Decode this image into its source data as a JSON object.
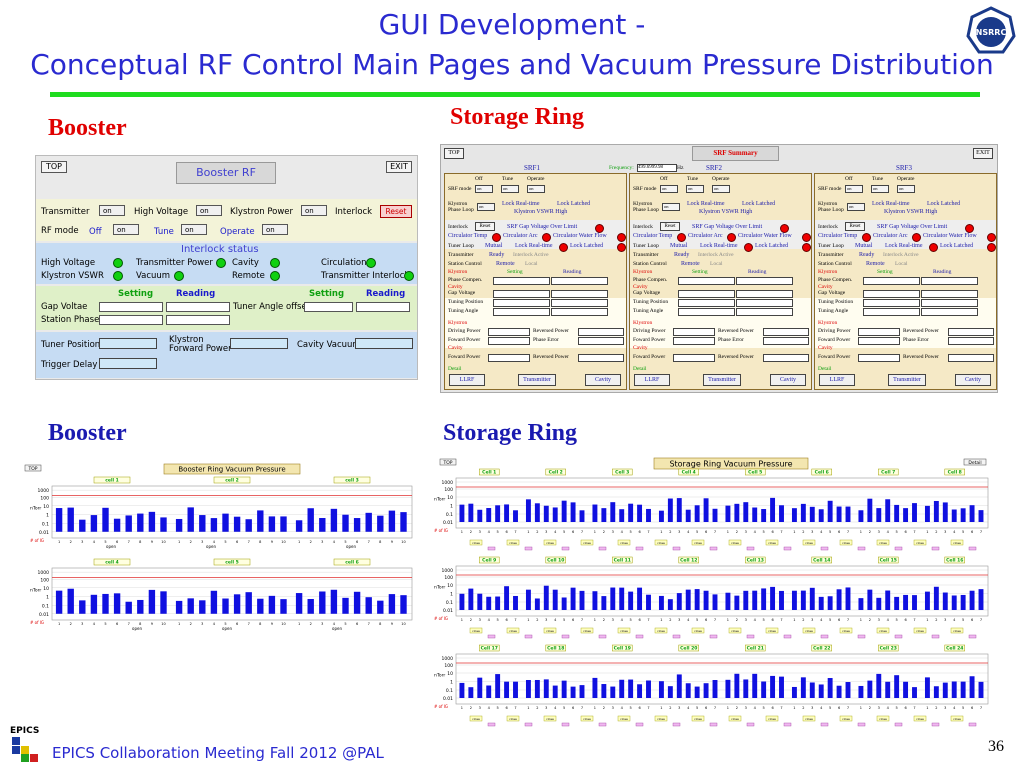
{
  "slide": {
    "title_line1": "GUI Development -",
    "title_line2": "Conceptual RF Control Main Pages and Vacuum Pressure Distribution",
    "logo_text": "NSRRC",
    "label_booster_top": "Booster",
    "label_storage_top": "Storage Ring",
    "label_booster_bottom": "Booster",
    "label_storage_bottom": "Storage Ring",
    "footer": "EPICS Collaboration Meeting Fall 2012 @PAL",
    "epics_logo": "EPICS",
    "page_number": "36"
  },
  "booster_rf": {
    "top_btn": "TOP",
    "exit_btn": "EXIT",
    "title": "Booster RF",
    "transmitter": "Transmitter",
    "high_voltage": "High Voltage",
    "klystron_power": "Klystron Power",
    "interlock": "Interlock",
    "on": "on",
    "reset": "Reset",
    "rf_mode": "RF mode",
    "off": "Off",
    "tune": "Tune",
    "operate": "Operate",
    "interlock_status": "Interlock status",
    "status_items": [
      "High Voltage",
      "Transmitter Power",
      "Cavity",
      "Circulation",
      "Klystron VSWR",
      "Vacuum",
      "Remote",
      "Transmitter Interlock"
    ],
    "setting": "Setting",
    "reading": "Reading",
    "gap_voltae": "Gap Voltae",
    "tuner_angle_offset": "Tuner Angle offset",
    "station_phase": "Station Phase",
    "tuner_position": "Tuner Position",
    "klystron_forward_power_1": "Klystron",
    "klystron_forward_power_2": "Forward Power",
    "cavity_vacuum": "Cavity Vacuum",
    "trigger_delay": "Trigger Delay"
  },
  "srf_summary": {
    "top_btn": "TOP",
    "exit_btn": "EXIT",
    "title": "SRF Summary",
    "frequency_label": "Frequency:",
    "frequency_value": "499.6999.98",
    "frequency_unit": "Hz",
    "columns": [
      {
        "name": "SRF1",
        "detail_btns": [
          "LLRF",
          "Transmitter",
          "Cavity"
        ]
      },
      {
        "name": "SRF2",
        "detail_btns": [
          "LLRF",
          "Transmitter",
          "Cavity"
        ]
      },
      {
        "name": "SRF3",
        "detail_btns": [
          "LLRF",
          "Transmitter",
          "Cavity"
        ]
      }
    ],
    "off": "Off",
    "tune": "Tune",
    "operate": "Operate",
    "srf_mode": "SRF mode",
    "klystron_phase_loop_1": "Klystron",
    "klystron_phase_loop_2": "Phase Loop",
    "lock_realtime": "Lock Real-time",
    "lock_latched": "Lock Latched",
    "klystron_vswr_high": "Klystron VSWR High",
    "interlock": "Interlock",
    "reset": "Reset",
    "srf_gap_voltage_over_limit": "SRF Gap Voltage Over Limit",
    "circulator_temp": "Circulator Temp",
    "circulator_arc": "Circulator Arc",
    "circulator_water_flow": "Circulator Water Flow",
    "tuner_loop": "Tuner Loop",
    "mutual": "Mutual",
    "transmitter": "Transmitter",
    "ready": "Ready",
    "interlock_active": "Interlock Active",
    "station_control": "Station Control",
    "remote": "Remote",
    "local": "Local",
    "klystron": "Klystron",
    "setting": "Setting",
    "reading": "Reading",
    "phase_compen": "Phase Compen.",
    "cavity": "Cavity",
    "gap_voltage": "Gap Voltage",
    "tuning_position": "Tuning Position",
    "tuning_angle": "Tuning Angle",
    "driving_power": "Driving Power",
    "reversed_power": "Reversed Power",
    "foward_power": "Foward Power",
    "phase_error": "Phase Error",
    "detail": "Detail"
  },
  "booster_vacuum": {
    "top_btn": "TOP",
    "title": "Booster Ring Vacuum Pressure",
    "cells": [
      "cell 1",
      "cell 2",
      "cell 3",
      "cell 4",
      "cell 5",
      "cell 6"
    ],
    "yticks": [
      "1000",
      "100",
      "10",
      "1",
      "0.1",
      "0.01"
    ],
    "ylabel": "nTorr",
    "xlabel": "# of IG",
    "open": "open"
  },
  "storage_vacuum": {
    "top_btn": "TOP",
    "detail_btn": "Detail",
    "title": "Storage Ring Vacuum Pressure",
    "cells": [
      "Cell 1",
      "Cell 2",
      "Cell 3",
      "Cell 4",
      "Cell 5",
      "Cell 6",
      "Cell 7",
      "Cell 8",
      "Cell 9",
      "Cell 10",
      "Cell 11",
      "Cell 12",
      "Cell 13",
      "Cell 14",
      "Cell 15",
      "Cell 16",
      "Cell 17",
      "Cell 18",
      "Cell 19",
      "Cell 20",
      "Cell 21",
      "Cell 22",
      "Cell 23",
      "Cell 24"
    ],
    "yticks": [
      "1000",
      "100",
      "10",
      "1",
      "0.1",
      "0.01"
    ],
    "ylabel": "nTorr",
    "xlabel": "# of IG",
    "close": "close"
  },
  "colors": {
    "title": "#2a2ad0",
    "bar": "#1010e0",
    "limit_line": "#e03030",
    "green_rule": "#1fdc1f"
  }
}
